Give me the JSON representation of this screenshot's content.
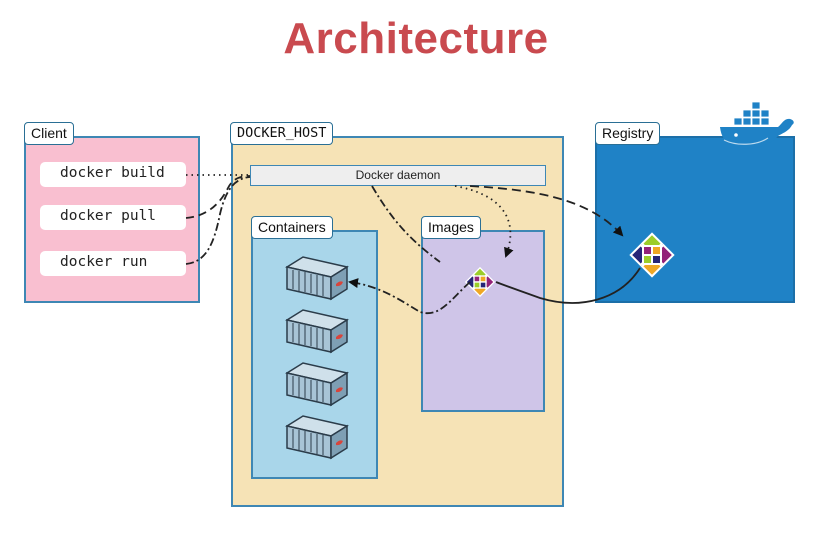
{
  "slide": {
    "title": "Architecture"
  },
  "client": {
    "label": "Client",
    "commands": [
      "docker build",
      "docker pull",
      "docker run"
    ]
  },
  "docker_host": {
    "label": "DOCKER_HOST",
    "daemon_label": "Docker daemon",
    "containers_label": "Containers",
    "images_label": "Images"
  },
  "registry": {
    "label": "Registry"
  },
  "icons": {
    "container": "shipping-container-icon",
    "image": "centos-logo-icon",
    "whale": "docker-whale-icon"
  },
  "colors": {
    "title": "#c94a4f",
    "client_bg": "#f9bfd0",
    "host_bg": "#f6e3b6",
    "containers_bg": "#a9d6ea",
    "images_bg": "#cfc5e8",
    "registry_bg": "#1f82c6",
    "border": "#3e87b4"
  }
}
